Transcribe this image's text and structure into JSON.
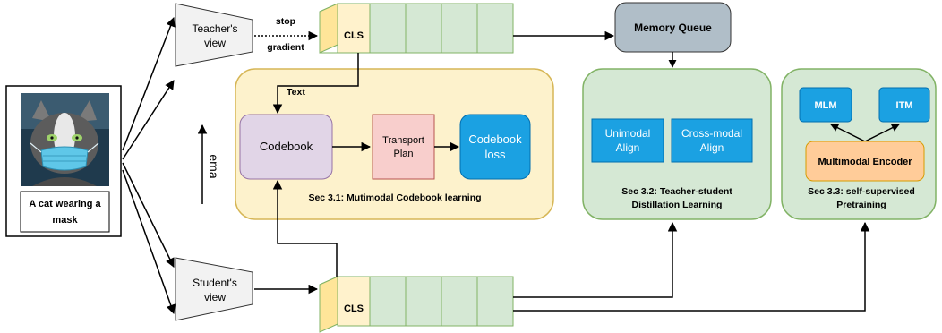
{
  "input": {
    "caption": [
      "A cat wearing a",
      "mask"
    ],
    "photo_icon": "cat-photo-icon"
  },
  "teacher": {
    "view_label": [
      "Teacher's",
      "view"
    ],
    "stop_gradient": [
      "stop",
      "gradient"
    ],
    "cls_label": "CLS"
  },
  "student": {
    "view_label": [
      "Student's",
      "view"
    ],
    "cls_label": "CLS"
  },
  "ema_label": "ema",
  "text_label": "Text",
  "memory_queue": "Memory Queue",
  "sec31": {
    "codebook": "Codebook",
    "transport_plan": [
      "Transport",
      "Plan"
    ],
    "codebook_loss": [
      "Codebook",
      "loss"
    ],
    "caption": "Sec 3.1: Mutimodal Codebook learning"
  },
  "sec32": {
    "unimodal": [
      "Unimodal",
      "Align"
    ],
    "crossmodal": [
      "Cross-modal",
      "Align"
    ],
    "caption": [
      "Sec 3.2: Teacher-student",
      "Distillation Learning"
    ]
  },
  "sec33": {
    "mlm": "MLM",
    "itm": "ITM",
    "encoder": "Multimodal Encoder",
    "caption": [
      "Sec 3.3: self-supervised",
      "Pretraining"
    ]
  },
  "colors": {
    "yellow_fill": "#fdf2cc",
    "yellow_stroke": "#d6b656",
    "green_fill": "#d5e8d4",
    "green_stroke": "#82b366",
    "purple_fill": "#e1d5e7",
    "purple_stroke": "#9673a6",
    "red_fill": "#f8cecc",
    "red_stroke": "#b85450",
    "blue_fill": "#1ba1e2",
    "blue_stroke": "#006eaf",
    "gray_fill": "#b0bec8",
    "orange_fill": "#ffcc99",
    "orange_stroke": "#d79b00",
    "token_green": "#d5e8d4",
    "cls_yellow": "#fff2cc"
  }
}
